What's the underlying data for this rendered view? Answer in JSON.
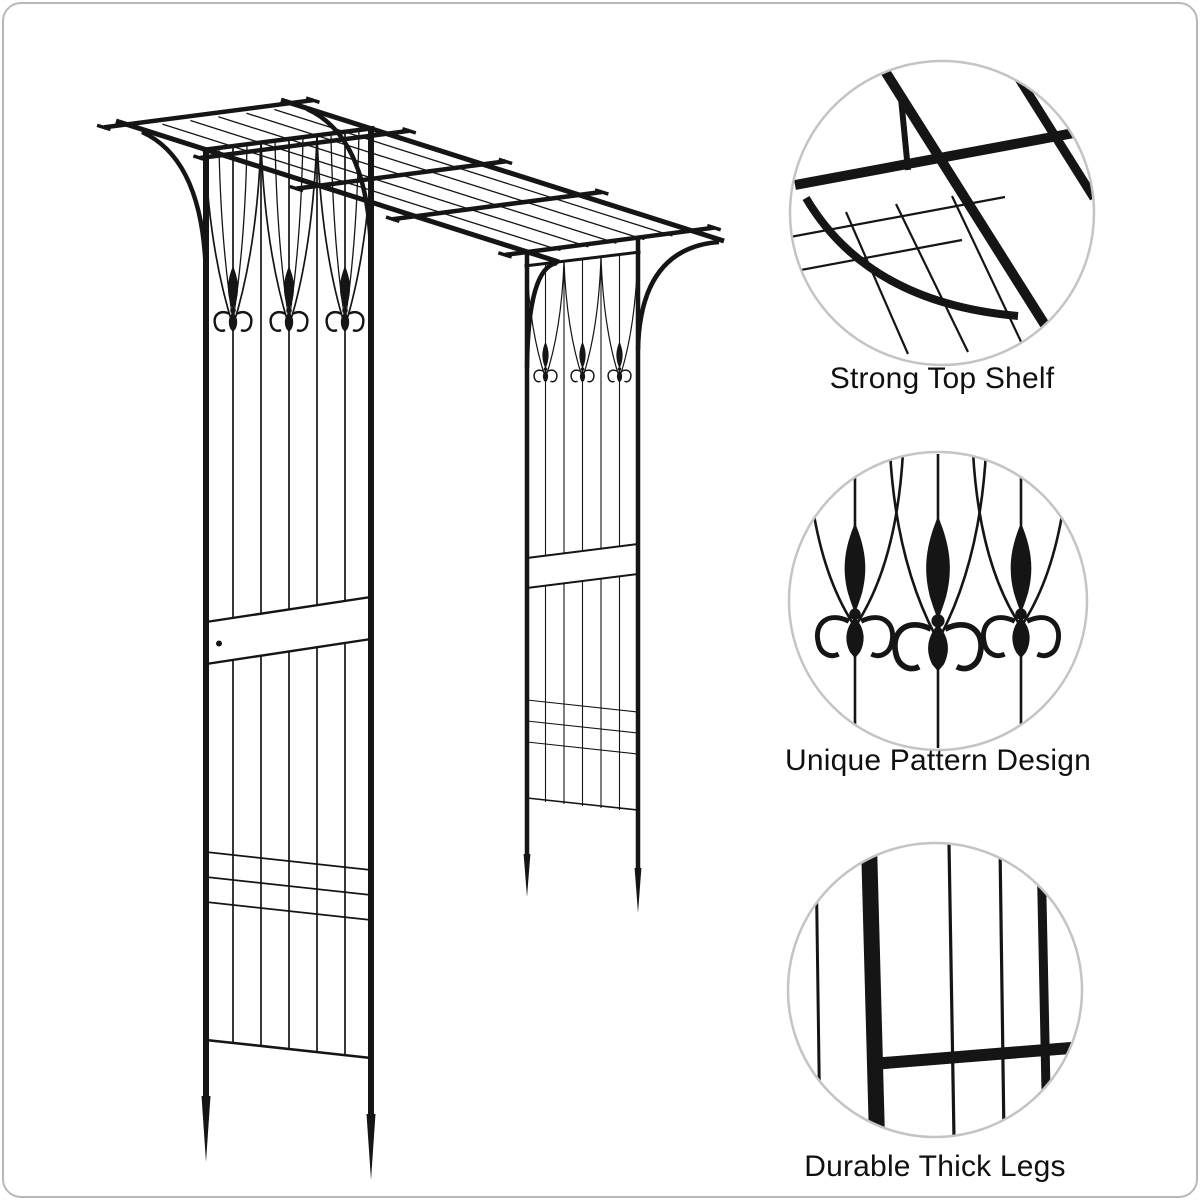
{
  "image": {
    "background": "#ffffff",
    "border_color": "#b8b8b8",
    "metal_color": "#151515",
    "callout_rim_color": "#c4c4c4",
    "label_color": "#101010"
  },
  "illustration": {
    "name": "metal-garden-arch-arbor-line-art",
    "parts": [
      "top-shelf",
      "front-trellis-panel",
      "back-trellis-panel",
      "corner-braces",
      "fleur-de-lis-finials",
      "ground-spikes"
    ]
  },
  "callouts": [
    {
      "icon": "top-shelf-detail",
      "label": "Strong Top Shelf"
    },
    {
      "icon": "finial-pattern-detail",
      "label": "Unique Pattern Design"
    },
    {
      "icon": "thick-legs-detail",
      "label": "Durable Thick Legs"
    }
  ]
}
